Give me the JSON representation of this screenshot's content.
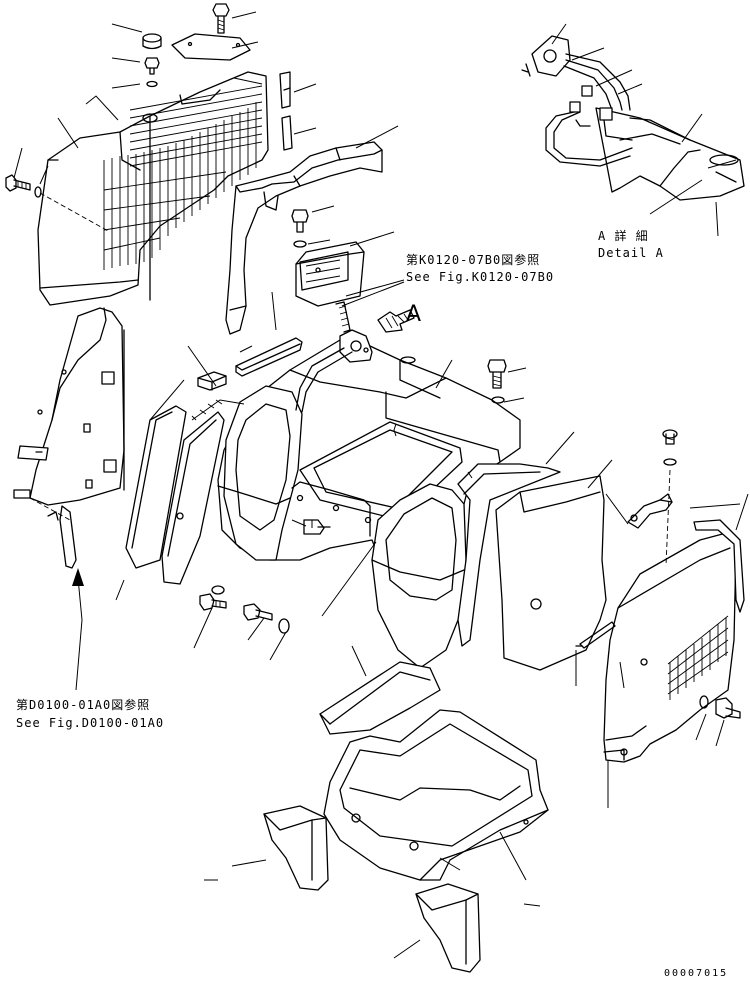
{
  "references": {
    "ref_k0120_jp": "第K0120-07B0図参照",
    "ref_k0120_en": "See Fig.K0120-07B0",
    "ref_d0100_jp": "第D0100-01A0図参照",
    "ref_d0100_en": "See Fig.D0100-01A0"
  },
  "detail": {
    "view_marker": "A",
    "title_jp": "A 詳 細",
    "title_en": "Detail A"
  },
  "drawing_number": "00007015"
}
